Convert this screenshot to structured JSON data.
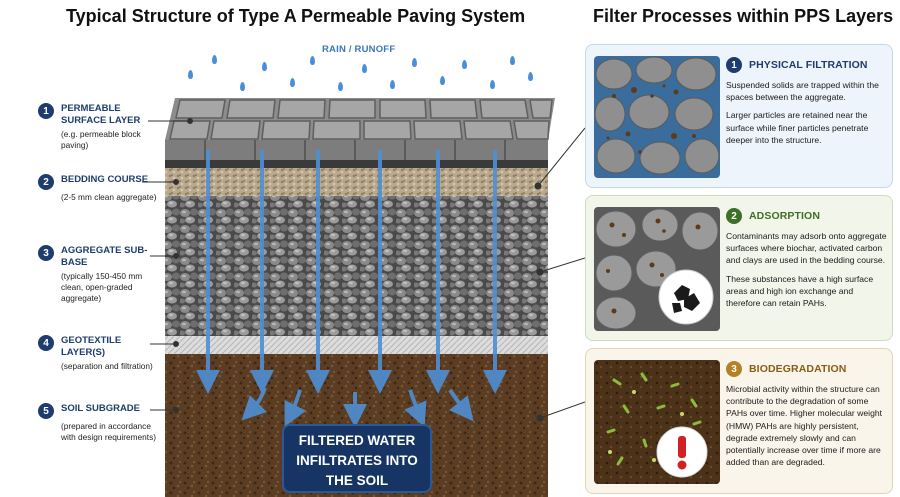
{
  "titles": {
    "left": "Typical Structure of Type A Permeable Paving System",
    "right": "Filter Processes within PPS Layers"
  },
  "rain_label": "RAIN / RUNOFF",
  "layers": [
    {
      "num": "1",
      "name": "PERMEABLE SURFACE LAYER",
      "desc": "(e.g. permeable block paving)"
    },
    {
      "num": "2",
      "name": "BEDDING COURSE",
      "desc": "(2-5 mm clean aggregate)"
    },
    {
      "num": "3",
      "name": "AGGREGATE SUB-BASE",
      "desc": "(typically 150-450 mm clean, open-graded aggregate)"
    },
    {
      "num": "4",
      "name": "GEOTEXTILE LAYER(S)",
      "desc": "(separation and filtration)"
    },
    {
      "num": "5",
      "name": "SOIL SUBGRADE",
      "desc": "(prepared in accordance with design requirements)"
    }
  ],
  "callout": {
    "line1": "FILTERED WATER",
    "line2": "INFILTRATES INTO",
    "line3": "THE SOIL"
  },
  "processes": [
    {
      "num": "1",
      "title": "PHYSICAL FILTRATION",
      "paragraphs": [
        "Suspended solids are trapped within the spaces between the aggregate.",
        "Larger particles are retained near the surface while finer particles penetrate deeper into the structure."
      ]
    },
    {
      "num": "2",
      "title": "ADSORPTION",
      "paragraphs": [
        "Contaminants may adsorb onto aggregate surfaces where biochar, activated carbon and clays are used in the bedding course.",
        "These substances have a high surface areas and high ion exchange and therefore can retain PAHs."
      ]
    },
    {
      "num": "3",
      "title": "BIODEGRADATION",
      "paragraphs": [
        "Microbial activity within the structure can contribute to the degradation of some PAHs over time. Higher molecular weight (HMW) PAHs are highly persistent, degrade extremely slowly and can potentially increase over time if more are added than are degraded."
      ]
    }
  ],
  "colors": {
    "navy": "#1e3d6e",
    "water_arrow": "#4f8fd4",
    "adsorption_green": "#3f6f27",
    "biodegradation_amber": "#b48126",
    "soil": "#5a3d22",
    "aggregate": "#6d6d6d"
  },
  "icons": [
    "raindrop-icon",
    "down-arrow-icon",
    "warning-exclamation-icon",
    "charcoal-icon"
  ]
}
